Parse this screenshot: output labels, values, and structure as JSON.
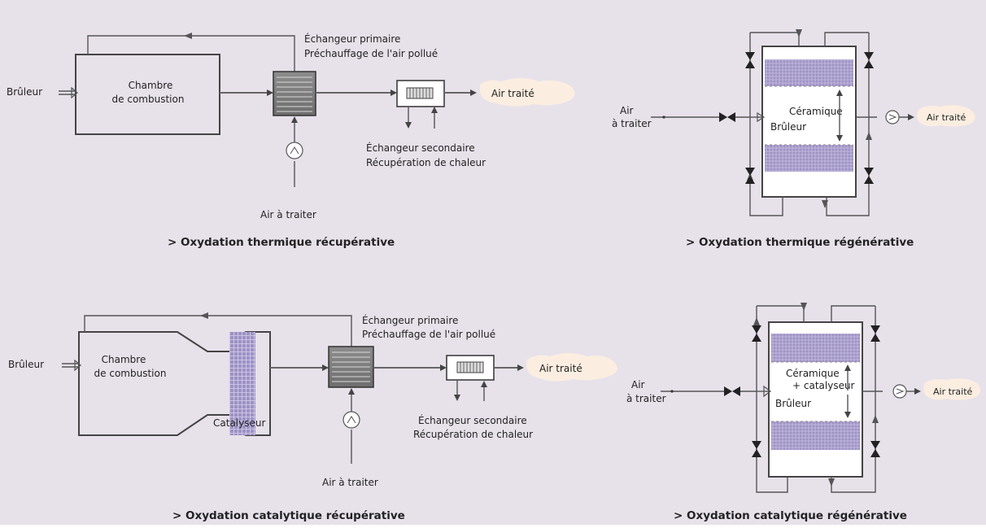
{
  "diagram1": {
    "burner": "Brûleur",
    "chamber_line1": "Chambre",
    "chamber_line2": "de combustion",
    "primary_line1": "Échangeur primaire",
    "primary_line2": "Préchauffage de l'air pollué",
    "secondary_line1": "Échangeur secondaire",
    "secondary_line2": "Récupération de chaleur",
    "air_in": "Air à traiter",
    "air_out": "Air traité",
    "caption": "> Oxydation thermique récupérative"
  },
  "diagram2": {
    "air_in_line1": "Air",
    "air_in_line2": "à traiter",
    "ceramic": "Céramique",
    "burner": "Brûleur",
    "air_out": "Air traité",
    "caption": "> Oxydation thermique régénérative"
  },
  "diagram3": {
    "burner": "Brûleur",
    "chamber_line1": "Chambre",
    "chamber_line2": "de combustion",
    "catalyst": "Catalyseur",
    "primary_line1": "Échangeur primaire",
    "primary_line2": "Préchauffage de l'air pollué",
    "secondary_line1": "Échangeur secondaire",
    "secondary_line2": "Récupération de chaleur",
    "air_in": "Air à traiter",
    "air_out": "Air traité",
    "caption": "> Oxydation catalytique récupérative"
  },
  "diagram4": {
    "air_in_line1": "Air",
    "air_in_line2": "à traiter",
    "ceramic_line1": "Céramique",
    "ceramic_line2": "+ catalyseur",
    "burner": "Brûleur",
    "air_out": "Air traité",
    "caption": "> Oxydation catalytique régénérative"
  },
  "colors": {
    "background": "#e7e1ea",
    "media_fill": "#9d92c4",
    "air_cloud": "#fbeee0",
    "line": "#555555"
  }
}
